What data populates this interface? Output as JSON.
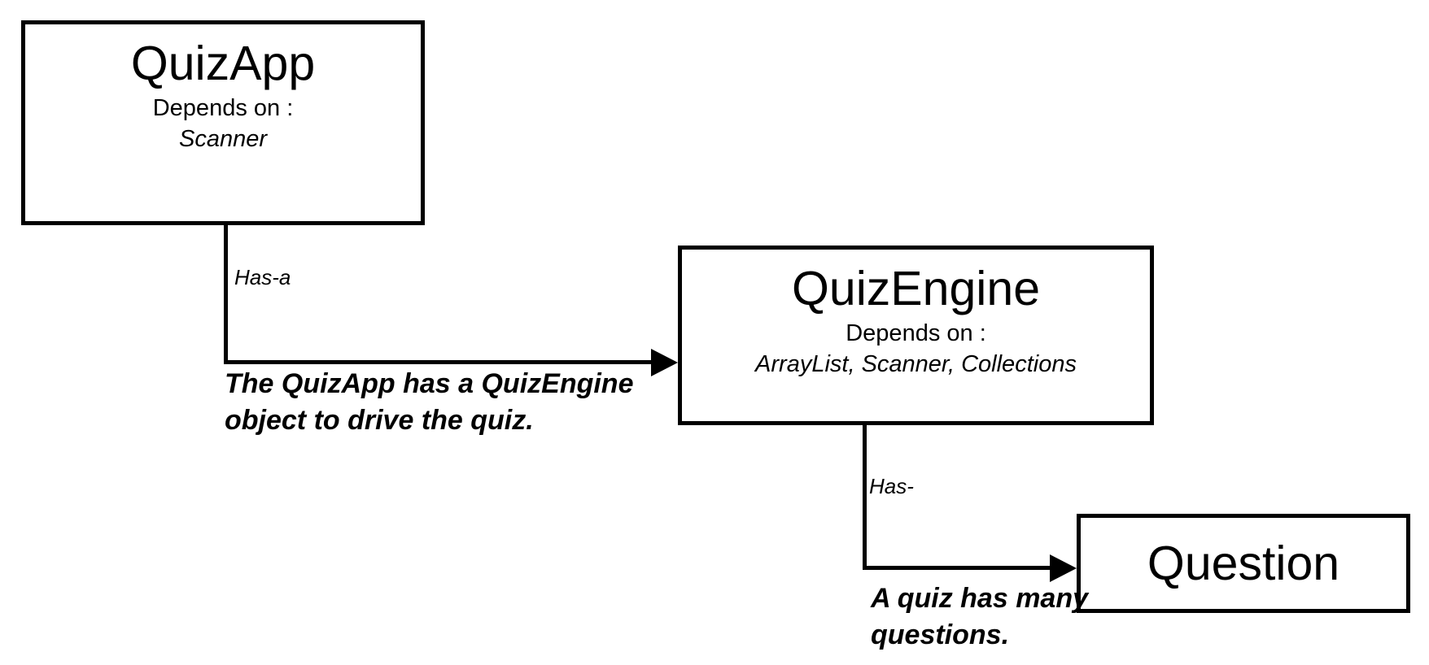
{
  "colors": {
    "stroke": "#000000",
    "background": "#ffffff",
    "text": "#000000"
  },
  "nodes": {
    "quizapp": {
      "title": "QuizApp",
      "depends_label": "Depends on :",
      "depends": "Scanner"
    },
    "quizengine": {
      "title": "QuizEngine",
      "depends_label": "Depends on :",
      "depends": "ArrayList, Scanner, Collections"
    },
    "question": {
      "title": "Question"
    }
  },
  "edges": {
    "quizapp_to_quizengine": {
      "label": "Has-a",
      "note_line1": "The QuizApp has a QuizEngine",
      "note_line2": "object to drive the quiz."
    },
    "quizengine_to_question": {
      "label": "Has-",
      "note_line1": "A quiz has many",
      "note_line2": "questions."
    }
  }
}
